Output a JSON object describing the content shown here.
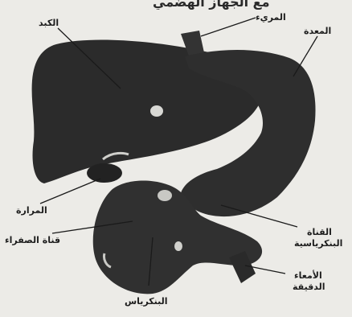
{
  "header": {
    "partial_text": "مع الجهاز الهضمي"
  },
  "labels": {
    "liver": "الكبد",
    "esophagus": "المريء",
    "stomach": "المعدة",
    "gallbladder": "المرارة",
    "bile_duct": "قناة الصفراء",
    "pancreas": "البنكرياس",
    "pancreatic_duct_1": "القناة",
    "pancreatic_duct_2": "البنكرياسية",
    "small_intestine_1": "الأمعاء",
    "small_intestine_2": "الدقيقة"
  },
  "colors": {
    "organ": "#2a2a2a",
    "paper": "#ecebe7",
    "line": "#1a1a1a"
  }
}
